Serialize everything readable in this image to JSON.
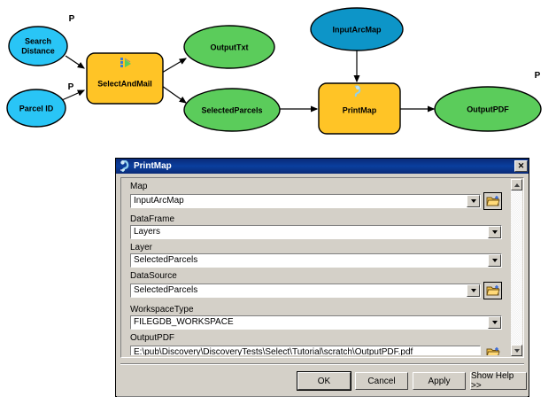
{
  "model": {
    "title": "ModelBuilder diagram",
    "colors": {
      "variable_input": "#29C5F6",
      "variable_input_dark": "#0D95C8",
      "variable_output": "#5BCC5B",
      "tool": "#FFC426",
      "outline": "#000000",
      "arrow": "#000000"
    },
    "nodes": [
      {
        "id": "search-distance",
        "label": "Search\nDistance",
        "line1": "Search",
        "line2": "Distance",
        "type": "ellipse",
        "role": "input-variable"
      },
      {
        "id": "parcel-id",
        "label": "Parcel ID",
        "line1": "Parcel ID",
        "line2": "",
        "type": "ellipse",
        "role": "input-variable"
      },
      {
        "id": "select-and-mail",
        "label": "SelectAndMail",
        "type": "rounded-rect",
        "role": "script-tool"
      },
      {
        "id": "output-txt",
        "label": "OutputTxt",
        "type": "ellipse",
        "role": "derived-variable"
      },
      {
        "id": "selected-parcels",
        "label": "SelectedParcels",
        "type": "ellipse",
        "role": "derived-variable"
      },
      {
        "id": "input-arcmap",
        "label": "InputArcMap",
        "type": "ellipse",
        "role": "input-variable"
      },
      {
        "id": "print-map",
        "label": "PrintMap",
        "type": "rounded-rect",
        "role": "script-tool"
      },
      {
        "id": "output-pdf",
        "label": "OutputPDF",
        "type": "ellipse",
        "role": "derived-variable"
      }
    ],
    "parameter_markers": [
      {
        "for": "search-distance",
        "label": "P"
      },
      {
        "for": "parcel-id",
        "label": "P"
      },
      {
        "for": "output-pdf",
        "label": "P"
      }
    ],
    "connections": [
      {
        "from": "search-distance",
        "to": "select-and-mail"
      },
      {
        "from": "parcel-id",
        "to": "select-and-mail"
      },
      {
        "from": "select-and-mail",
        "to": "output-txt"
      },
      {
        "from": "select-and-mail",
        "to": "selected-parcels"
      },
      {
        "from": "selected-parcels",
        "to": "print-map"
      },
      {
        "from": "input-arcmap",
        "to": "print-map"
      },
      {
        "from": "print-map",
        "to": "output-pdf"
      }
    ]
  },
  "dialog": {
    "title": "PrintMap",
    "title_icon": "script-tool-icon",
    "close_label": "✕",
    "fields": [
      {
        "name": "map",
        "label": "Map",
        "value": "InputArcMap",
        "has_dropdown": true,
        "has_browse": true
      },
      {
        "name": "dataframe",
        "label": "DataFrame",
        "value": "Layers",
        "has_dropdown": true,
        "has_browse": false
      },
      {
        "name": "layer",
        "label": "Layer",
        "value": "SelectedParcels",
        "has_dropdown": true,
        "has_browse": false
      },
      {
        "name": "datasource",
        "label": "DataSource",
        "value": "SelectedParcels",
        "has_dropdown": true,
        "has_browse": true
      },
      {
        "name": "workspacetype",
        "label": "WorkspaceType",
        "value": "FILEGDB_WORKSPACE",
        "has_dropdown": true,
        "has_browse": false
      },
      {
        "name": "outputpdf",
        "label": "OutputPDF",
        "value": "E:\\pub\\Discovery\\DiscoveryTests\\Select\\Tutorial\\scratch\\OutputPDF.pdf",
        "has_dropdown": false,
        "has_browse": true
      }
    ],
    "buttons": {
      "ok": "OK",
      "cancel": "Cancel",
      "apply": "Apply",
      "help": "Show Help >>"
    },
    "scrollbar": {
      "up": "▲",
      "down": "▼"
    }
  }
}
